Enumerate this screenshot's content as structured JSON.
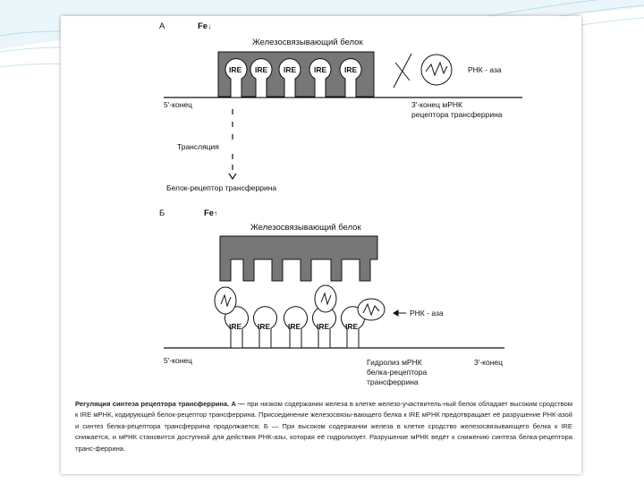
{
  "colors": {
    "protein_fill": "#777777",
    "stroke": "#111111",
    "bg_accent": "#58b3d8"
  },
  "panel_a": {
    "letter": "А",
    "fe_label": "Fe",
    "fe_arrow": "↓",
    "protein_label": "Железосвязывающий белок",
    "ire_labels": [
      "IRE",
      "IRE",
      "IRE",
      "IRE",
      "IRE"
    ],
    "end5_label": "5'-конец",
    "end3_label_line1": "3'-конец мРНК",
    "end3_label_line2": "рецептора трансферрина",
    "rnase_label": "РНК - аза",
    "translation_label": "Трансляция",
    "product_label": "Белок-рецептор трансферрина"
  },
  "panel_b": {
    "letter": "Б",
    "fe_label": "Fe",
    "fe_arrow": "↑",
    "protein_label": "Железосвязывающий белок",
    "ire_labels": [
      "IRE",
      "IRE",
      "IRE",
      "IRE",
      "IRE"
    ],
    "rnase_label": "РНК - аза",
    "end5_label": "5'-конец",
    "hydrolysis_line1": "Гидролиз мРНК",
    "hydrolysis_line2": "белка-рецептора",
    "hydrolysis_line3": "трансферрина",
    "end3_label": "3'-конец"
  },
  "caption": {
    "title": "Регуляция синтеза рецептора трансферрина. А —",
    "body": " при низком содержании железа в клетке железо-участвитель-ный белок обладает высоким сродством к IRE мРНК, кодирующей белок-рецептор трансферрина. Присоединение железосвязы-вающего белка к IRE мРНК предотвращает её разрушение РНК-азой и синтез белка-рецептора трансферрина продолжается; Б — При высоком содержании железа в клетке сродство железосвязывающего белка к IRE снижается, и мРНК становится доступной для действия РНК-азы, которая её гидролизует. Разрушение мРНК ведёт к снижению синтеза белка-рецептора транс-феррина."
  }
}
